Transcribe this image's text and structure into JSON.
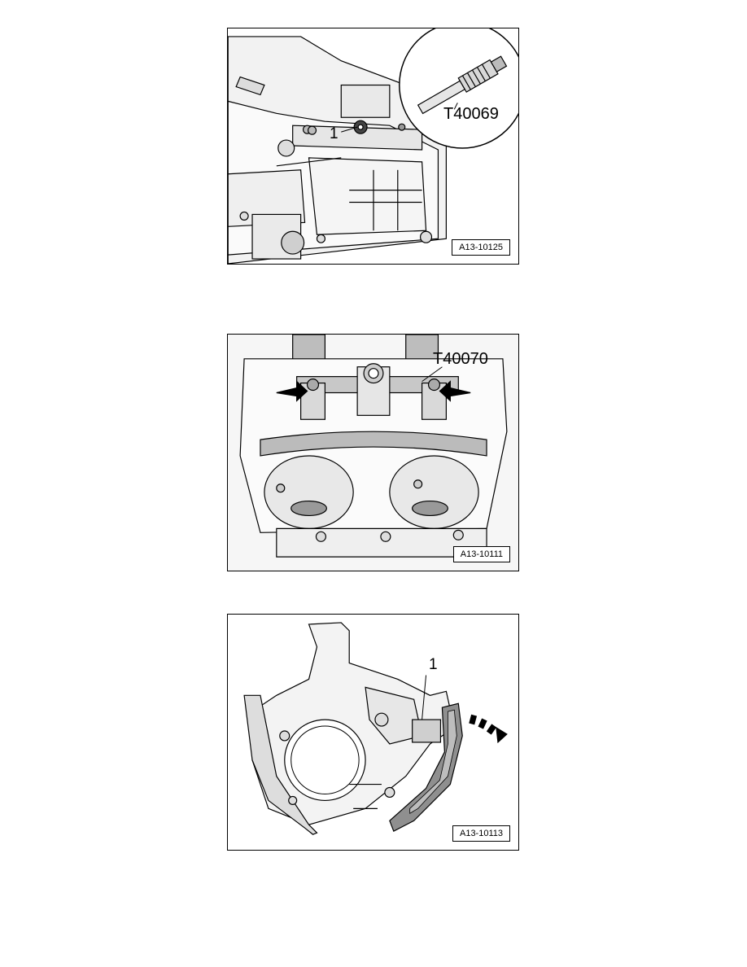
{
  "figures": [
    {
      "code": "A13-10125",
      "labels": {
        "tool": "T40069",
        "callout": "1"
      }
    },
    {
      "code": "A13-10111",
      "labels": {
        "tool": "T40070"
      }
    },
    {
      "code": "A13-10113",
      "labels": {
        "callout": "1"
      }
    }
  ]
}
